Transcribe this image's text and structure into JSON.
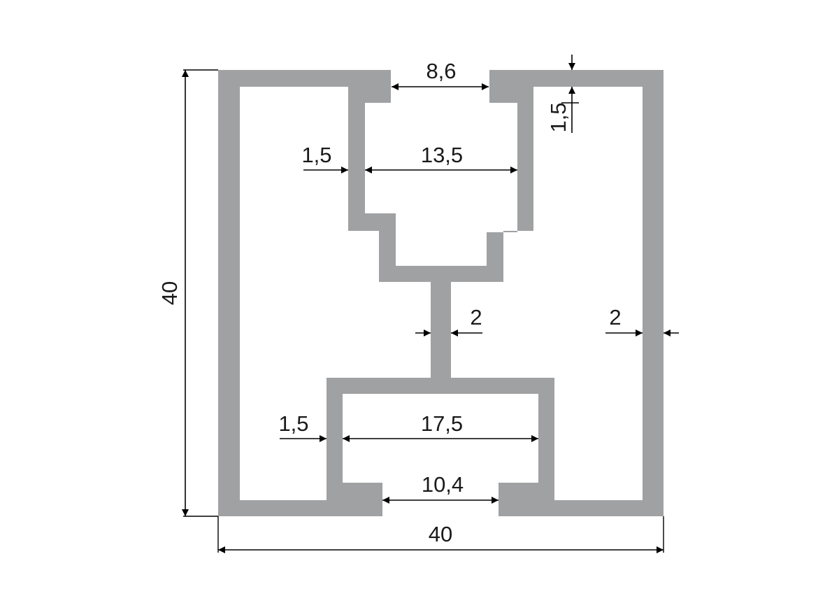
{
  "colors": {
    "profile": "#a0a1a3",
    "dimension_lines": "#000000",
    "text": "#1a1a1a",
    "background": "#ffffff"
  },
  "dimensions": {
    "outer_width": "40",
    "outer_height": "40",
    "top_slot_opening": "8,6",
    "top_wall_thickness": "1,5",
    "upper_channel_width": "13,5",
    "upper_channel_wall": "1,5",
    "center_web": "2",
    "side_wall": "2",
    "lower_channel_width": "17,5",
    "lower_channel_wall": "1,5",
    "bottom_slot_opening": "10,4"
  }
}
